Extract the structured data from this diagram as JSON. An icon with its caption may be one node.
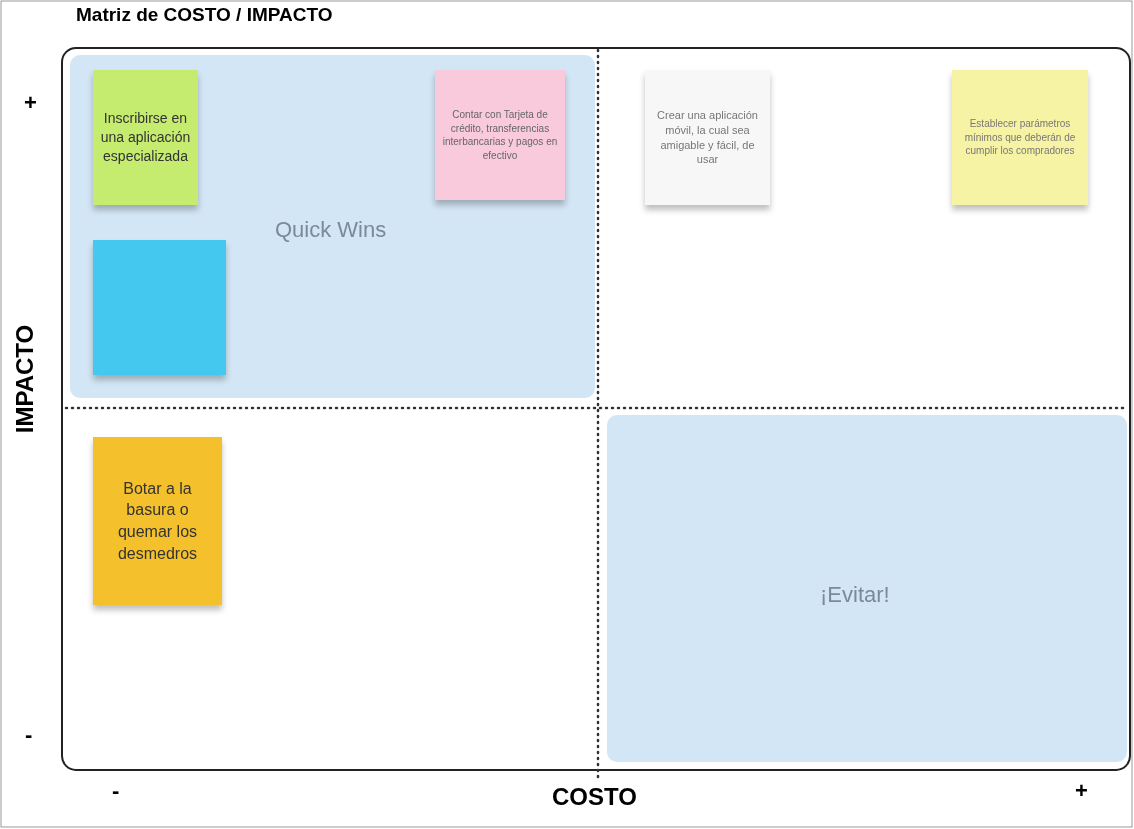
{
  "diagram": {
    "title": "Matriz de COSTO / IMPACTO",
    "nodes": [
      {
        "text": [
          "Quick Wins"
        ]
      },
      {
        "text": [
          "Inscribirse en una aplicación especializada"
        ],
        "in": 0
      },
      {
        "text": [
          "Contar con Tarjeta de crédito, transferencias interbancarias y pagos en efectivo"
        ],
        "in": 0
      },
      {
        "text": [
          "Crear una aplicación móvil, la cual sea amigable y fácil, de usar"
        ]
      },
      {
        "text": [
          "Establecer parámetros mínimos que deberán de cumplir los compradores"
        ]
      },
      {
        "text": [],
        "shape": "box",
        "in": 0
      },
      {
        "text": [
          "Botar a la basura o quemar los desmedros"
        ]
      },
      {
        "text": [
          "¡Evitar!"
        ]
      }
    ],
    "edges": [],
    "labels": [
      "+",
      "IMPACTO",
      "-",
      "-",
      "COSTO",
      "+"
    ]
  }
}
